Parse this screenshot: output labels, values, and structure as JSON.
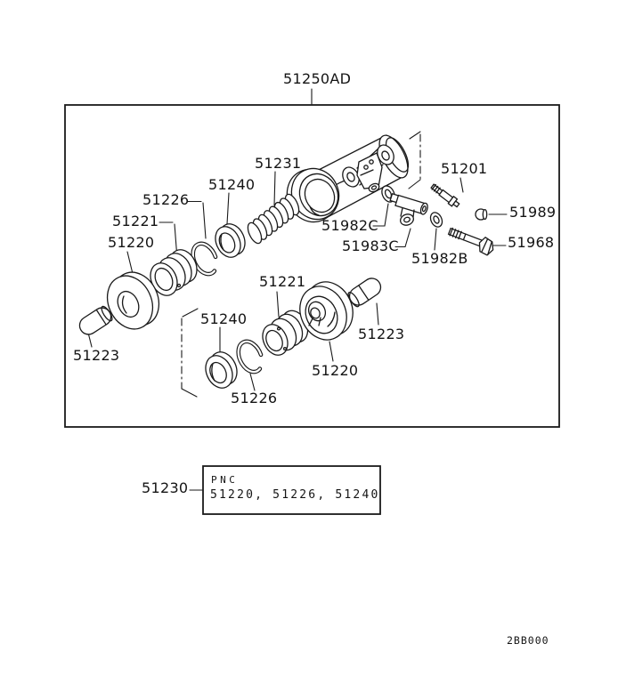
{
  "colors": {
    "background": "#ffffff",
    "line": "#1a1a1a",
    "text": "#141414"
  },
  "assembly": {
    "title_code": "51250AD"
  },
  "part_labels": {
    "row1": {
      "spring": "51231",
      "cup_seal": "51240",
      "snap_ring": "51226",
      "piston": "51221",
      "ring": "51220",
      "piston_cup": "51223"
    },
    "center": {
      "washer_front": "51982C",
      "connector": "51983C",
      "washer_rear": "51982B"
    },
    "right": {
      "bleeder_screw": "51201",
      "bleeder_cap": "51989",
      "bolt": "51968"
    },
    "row2": {
      "piston": "51221",
      "piston_cup": "51223",
      "ring": "51220",
      "cup_seal": "51240",
      "snap_ring": "51226"
    }
  },
  "pnc_box": {
    "ref_code": "51230",
    "heading": "PNC",
    "codes": "51220, 51226, 51240"
  },
  "sheet_code": "2BB000"
}
